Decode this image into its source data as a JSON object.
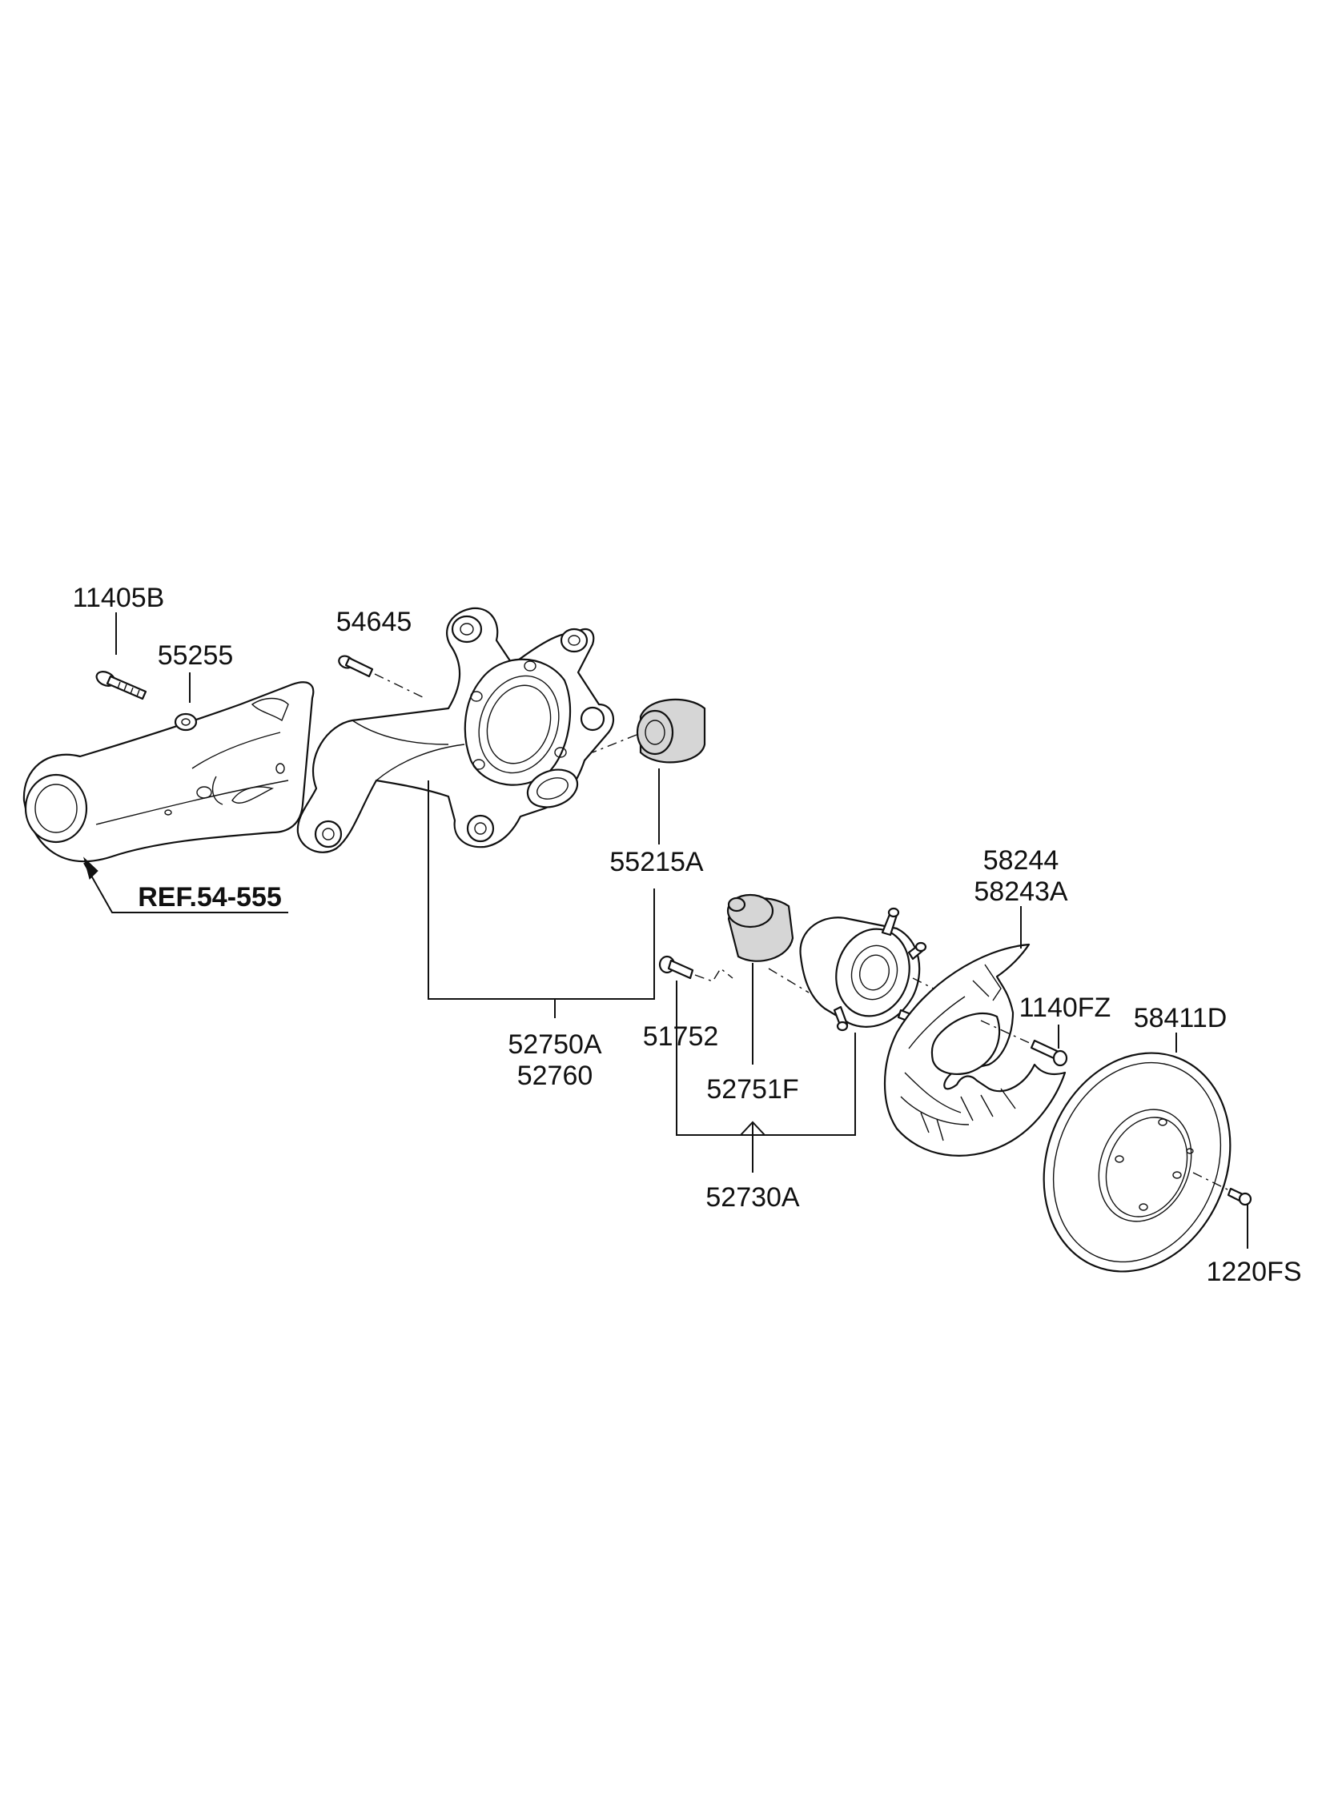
{
  "diagram": {
    "labels": {
      "p11405B": "11405B",
      "p55255": "55255",
      "p54645": "54645",
      "p55215A": "55215A",
      "ref": "REF.54-555",
      "p52750A": "52750A",
      "p52760": "52760",
      "p51752": "51752",
      "p52751F": "52751F",
      "p52730A": "52730A",
      "p58244": "58244",
      "p58243A": "58243A",
      "p1140FZ": "1140FZ",
      "p58411D": "58411D",
      "p1220FS": "1220FS"
    }
  }
}
